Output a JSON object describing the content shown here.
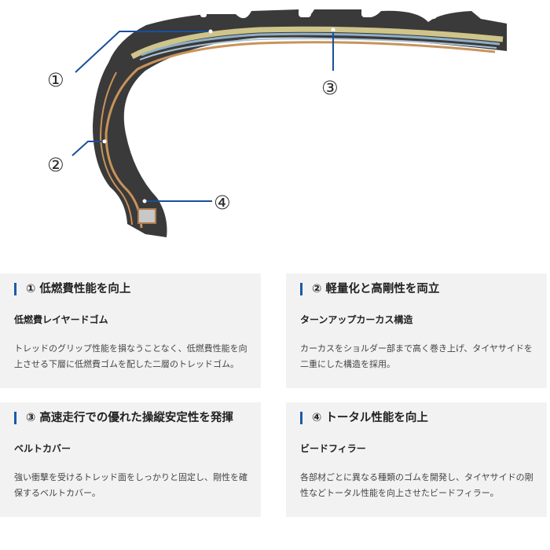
{
  "diagram": {
    "callouts": [
      {
        "number": "①",
        "part": "tread"
      },
      {
        "number": "②",
        "part": "sidewall-carcass"
      },
      {
        "number": "③",
        "part": "belt"
      },
      {
        "number": "④",
        "part": "bead"
      }
    ],
    "colors": {
      "rubber": "#3a3a3a",
      "tread_layer": "#cfc48a",
      "carcass": "#c9935a",
      "belt": "#8fb0c8",
      "bead": "#c8c8c8",
      "leader": "#1a4f9c"
    }
  },
  "cards": [
    {
      "title": "① 低燃費性能を向上",
      "subtitle": "低燃費レイヤードゴム",
      "body": "トレッドのグリップ性能を損なうことなく、低燃費性能を向上させる下層に低燃費ゴムを配した二層のトレッドゴム。"
    },
    {
      "title": "② 軽量化と高剛性を両立",
      "subtitle": "ターンアップカーカス構造",
      "body": "カーカスをショルダー部まで高く巻き上げ、タイヤサイドを二重にした構造を採用。"
    },
    {
      "title": "③ 高速走行での優れた操縦安定性を発揮",
      "subtitle": "ベルトカバー",
      "body": "強い衝撃を受けるトレッド面をしっかりと固定し、剛性を確保するベルトカバー。"
    },
    {
      "title": "④ トータル性能を向上",
      "subtitle": "ビードフィラー",
      "body": "各部材ごとに異なる種類のゴムを開発し、タイヤサイドの剛性などトータル性能を向上させたビードフィラー。"
    }
  ]
}
